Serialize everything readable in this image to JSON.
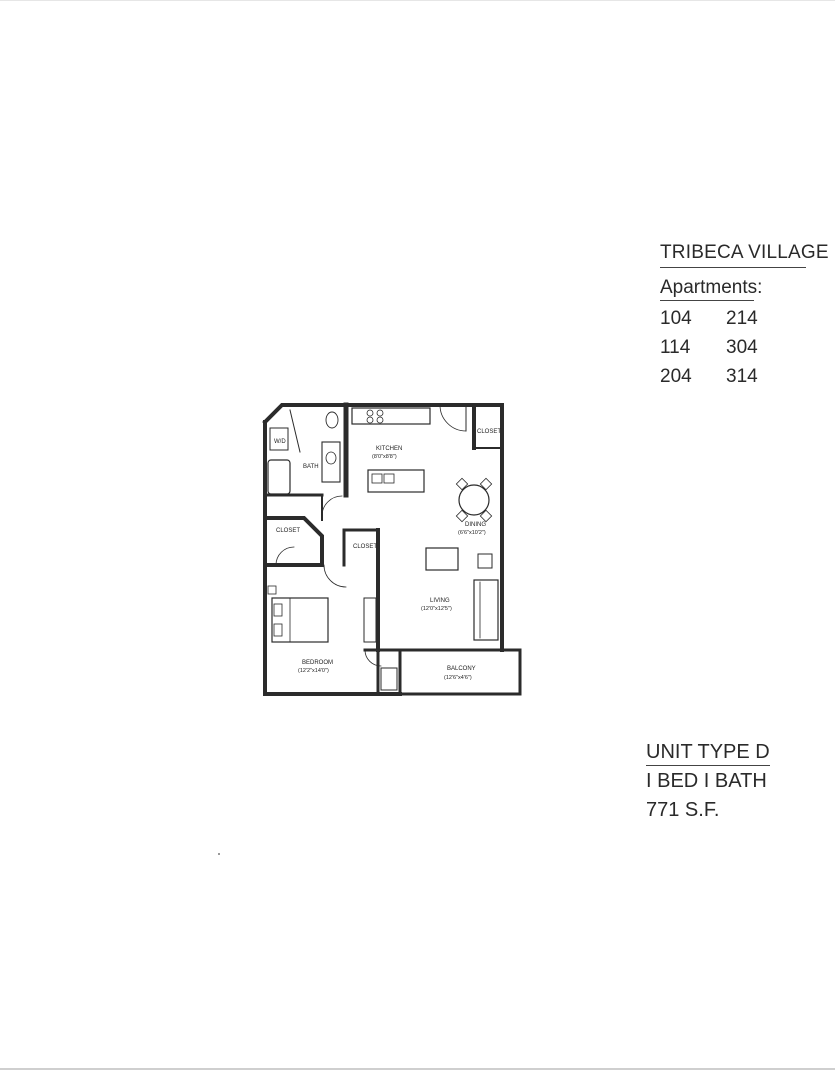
{
  "project": {
    "title": "TRIBECA VILLAGE",
    "apartments_label": "Apartments:",
    "units": [
      "104",
      "214",
      "114",
      "304",
      "204",
      "314"
    ]
  },
  "unit": {
    "type": "UNIT TYPE D",
    "beds_baths": "I BED I BATH",
    "area": "771 S.F."
  },
  "rooms": {
    "wd": "W/D",
    "bath": "BATH",
    "kitchen": "KITCHEN",
    "kitchen_dim": "(8'0\"x8'8\")",
    "closet_entry": "CLOSET",
    "dining": "DINING",
    "dining_dim": "(6'6\"x10'2\")",
    "closet_left": "CLOSET",
    "closet_mid": "CLOSET",
    "living": "LIVING",
    "living_dim": "(12'0\"x12'5\")",
    "bedroom": "BEDROOM",
    "bedroom_dim": "(12'2\"x14'0\")",
    "balcony": "BALCONY",
    "balcony_dim": "(12'6\"x4'6\")"
  },
  "colors": {
    "wall": "#2b2b2b",
    "text": "#222222"
  }
}
